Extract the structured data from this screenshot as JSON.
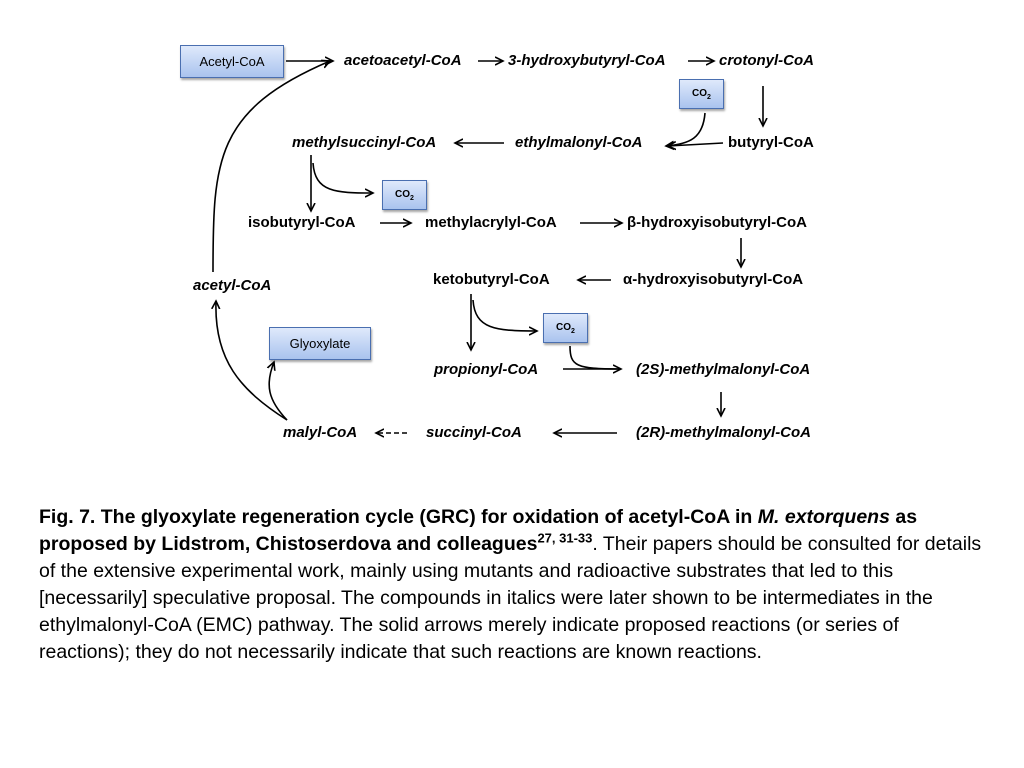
{
  "boxes": {
    "acetyl_coa": "Acetyl-CoA",
    "glyoxylate": "Glyoxylate",
    "co2_top": "CO",
    "co2_mid": "CO",
    "co2_low": "CO",
    "co2_sub": "2"
  },
  "compounds": {
    "acetoacetyl": "acetoacetyl-CoA",
    "hydroxybutyryl": "3-hydroxybutyryl-CoA",
    "crotonyl": "crotonyl-CoA",
    "butyryl": "butyryl-CoA",
    "ethylmalonyl": "ethylmalonyl-CoA",
    "methylsuccinyl": "methylsuccinyl-CoA",
    "isobutyryl": "isobutyryl-CoA",
    "methylacrylyl": "methylacrylyl-CoA",
    "beta_hydroxyisobutyryl": "β-hydroxyisobutyryl-CoA",
    "alpha_hydroxyisobutyryl": "α-hydroxyisobutyryl-CoA",
    "ketobutyryl": "ketobutyryl-CoA",
    "acetyl_coa_italic": "acetyl-CoA",
    "propionyl": "propionyl-CoA",
    "methylmalonyl_2s": "(2S)-methylmalonyl-CoA",
    "methylmalonyl_2r": "(2R)-methylmalonyl-CoA",
    "succinyl": "succinyl-CoA",
    "malyl": "malyl-CoA"
  },
  "caption": {
    "bold_1": "Fig. 7. The glyoxylate regeneration cycle (GRC) for oxidation of acetyl-CoA in ",
    "bold_italic": "M. extorquens",
    "bold_2": " as proposed by Lidstrom, Chistoserdova and colleagues",
    "refs": "27, 31-33",
    "body": ". Their papers should be consulted for details of the extensive experimental work, mainly using mutants and radioactive substrates that led to this [necessarily] speculative proposal. The compounds in italics were later shown to be intermediates in the ethylmalonyl-CoA (EMC) pathway. The solid arrows merely indicate proposed reactions (or series of reactions); they do not necessarily indicate that such reactions are known reactions."
  }
}
